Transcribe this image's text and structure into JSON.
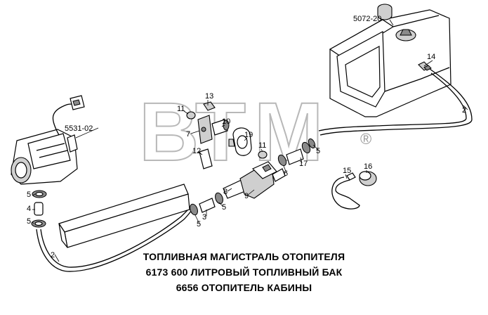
{
  "watermark": {
    "letters": [
      "B",
      "T",
      "M"
    ],
    "registered": "®"
  },
  "assemblies": {
    "tank": "5072-20",
    "heater": "5531-02"
  },
  "callouts": {
    "c14": "14",
    "c2_right": "2",
    "c13": "13",
    "c11_top": "11",
    "c7": "7",
    "c10": "10",
    "c12": "12",
    "c19": "19",
    "c11_mid": "11",
    "c5_tankline": "5",
    "c17": "17",
    "c6": "6",
    "c15": "15",
    "c16": "16",
    "c9": "9",
    "c8": "8",
    "c5_mid": "5",
    "c3": "3",
    "c5_lower": "5",
    "c5_heater_top": "5",
    "c4": "4",
    "c5_heater_bottom": "5",
    "c2_left": "2"
  },
  "caption": {
    "line1": "ТОПЛИВНАЯ МАГИСТРАЛЬ ОТОПИТЕЛЯ",
    "line2": "6173  600 ЛИТРОВЫЙ ТОПЛИВНЫЙ БАК",
    "line3": "6656  ОТОПИТЕЛЬ КАБИНЫ"
  }
}
